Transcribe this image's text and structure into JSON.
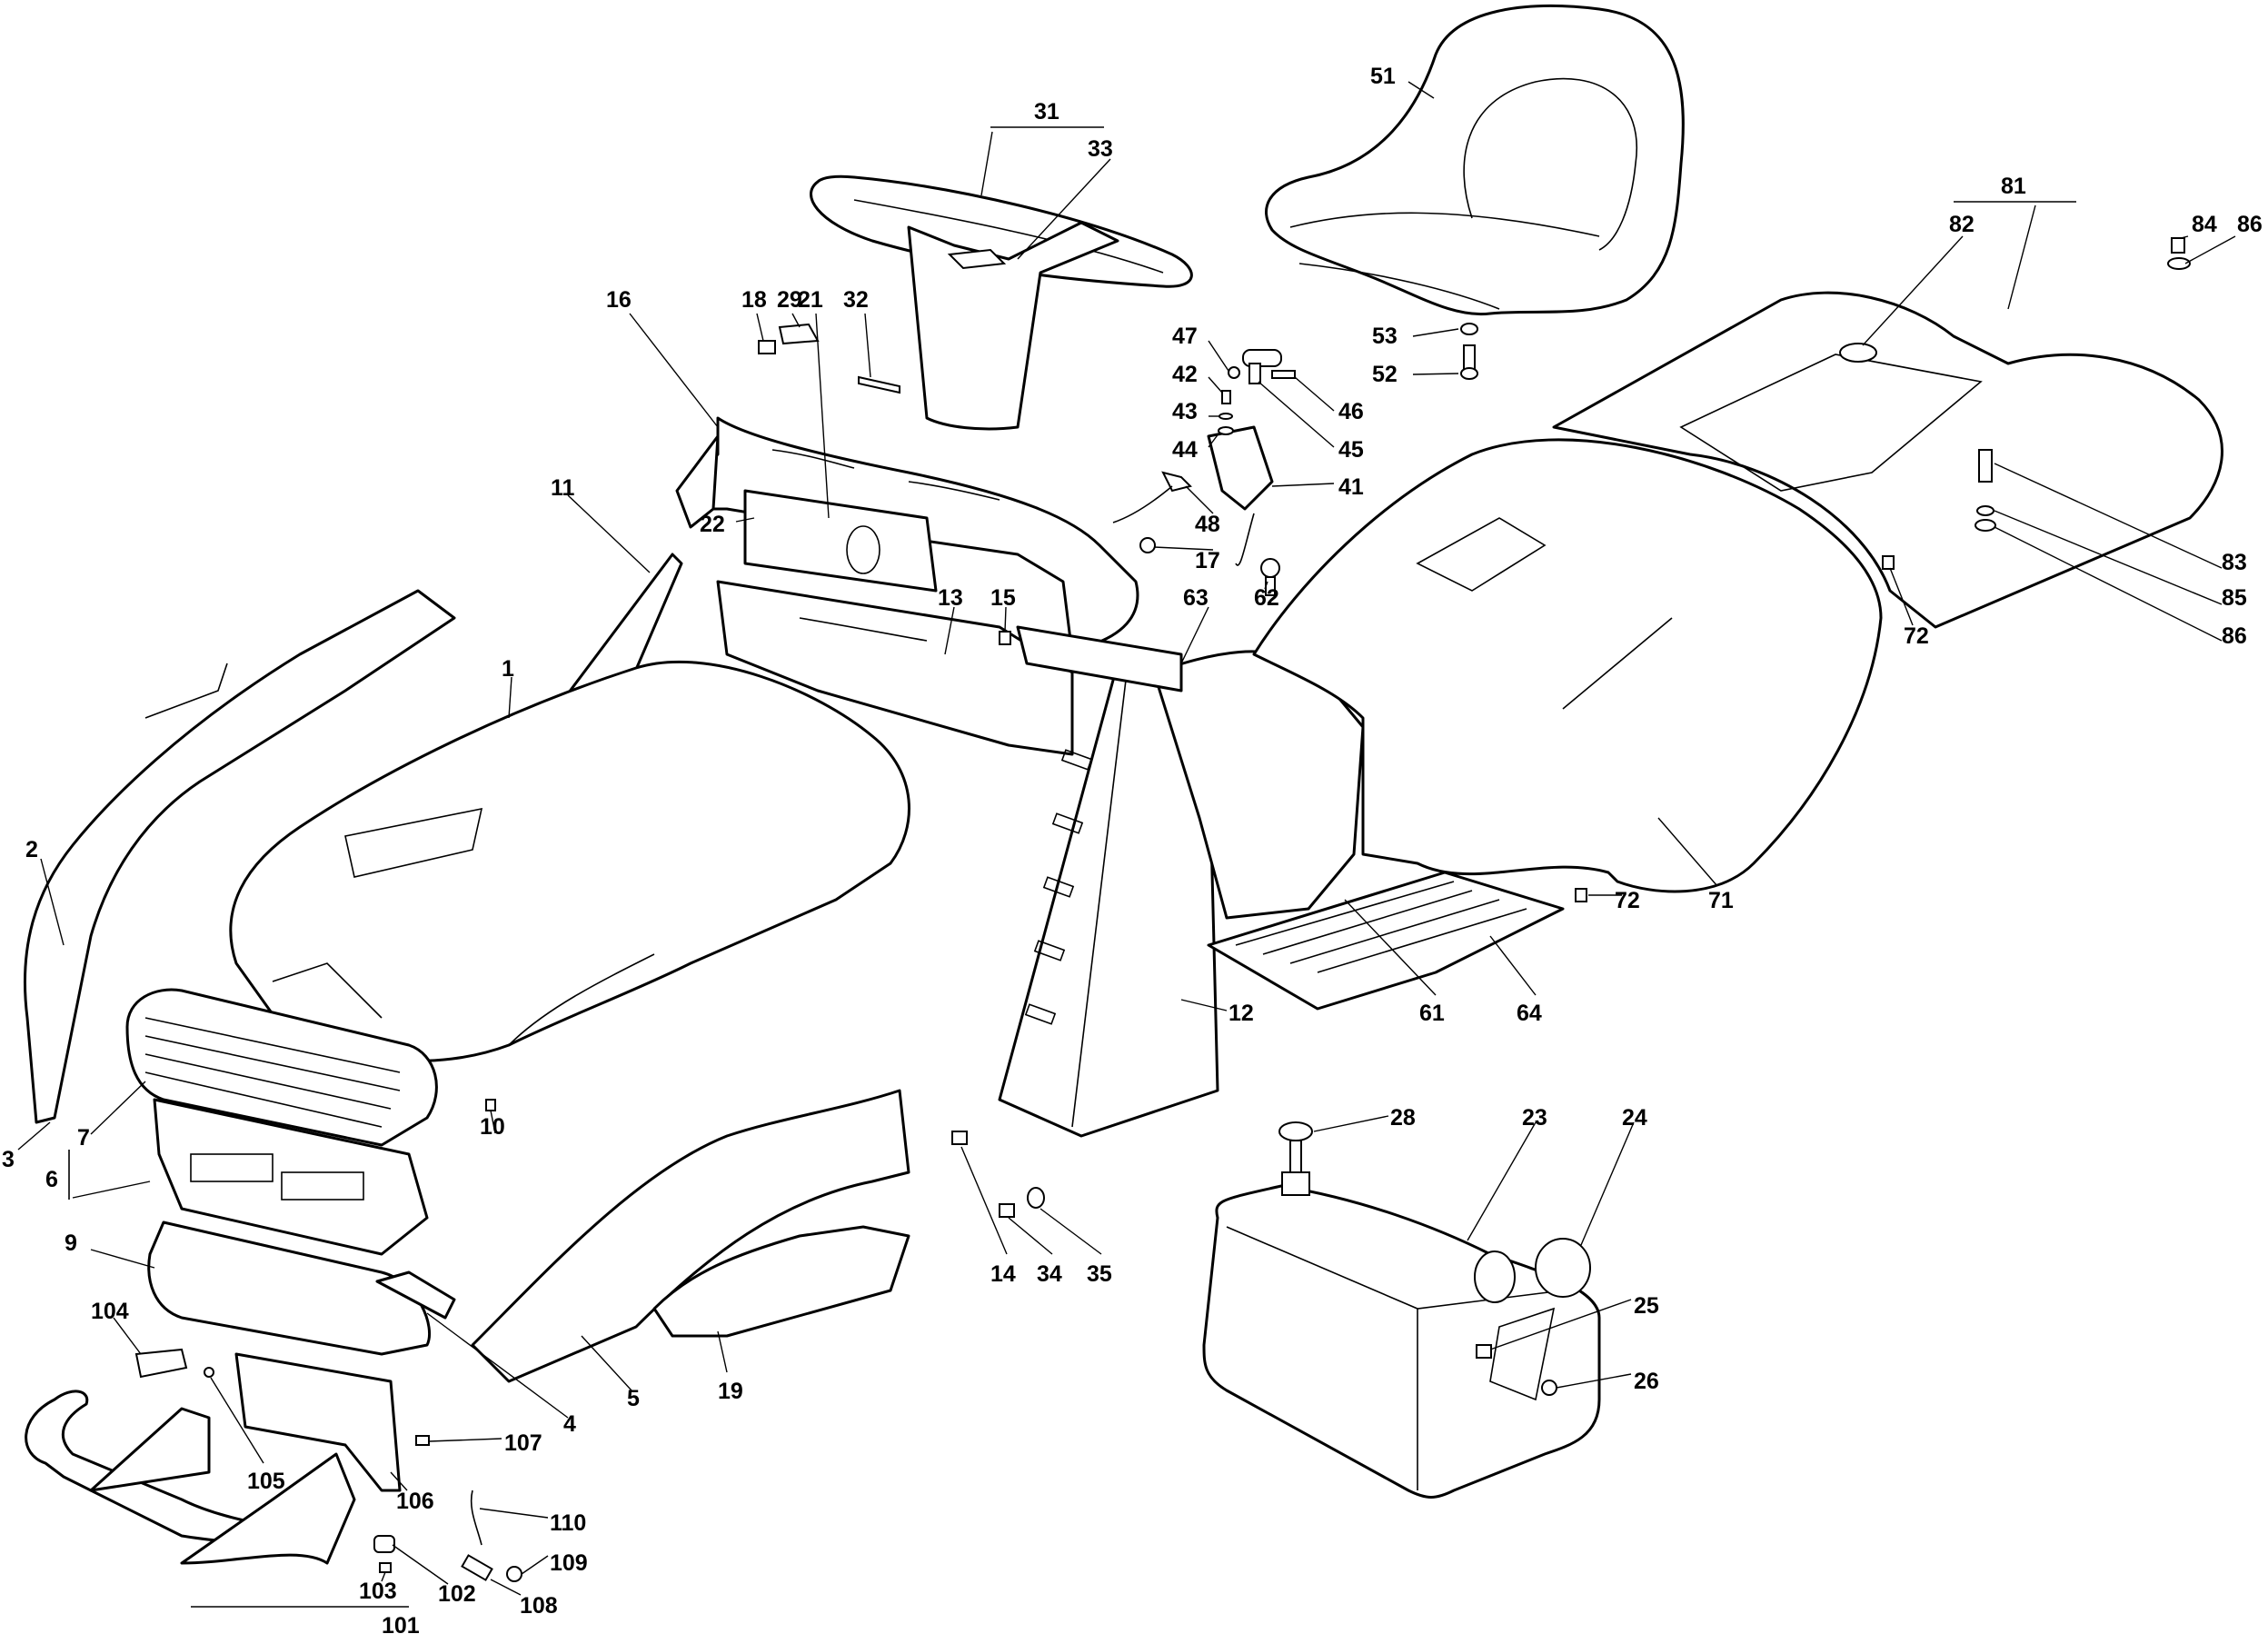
{
  "diagram": {
    "type": "exploded-parts-diagram",
    "subject": "Ride-on mower bodywork, seat, steering wheel and fuel tank",
    "background_color": "#ffffff",
    "line_color": "#000000",
    "labels": [
      {
        "id": "1",
        "text": "1",
        "part": "bonnet"
      },
      {
        "id": "2",
        "text": "2",
        "part": "left-side-panel"
      },
      {
        "id": "3",
        "text": "3",
        "part": "side-panel-clip"
      },
      {
        "id": "4",
        "text": "4",
        "part": "lower-side-bracket"
      },
      {
        "id": "5",
        "text": "5",
        "part": "right-side-panel"
      },
      {
        "id": "6",
        "text": "6",
        "part": "front-grille-assembly"
      },
      {
        "id": "7",
        "text": "7",
        "part": "headlight-grille"
      },
      {
        "id": "9",
        "text": "9",
        "part": "front-bumper-cover"
      },
      {
        "id": "10",
        "text": "10",
        "part": "screw"
      },
      {
        "id": "11",
        "text": "11",
        "part": "rear-bonnet-support"
      },
      {
        "id": "12",
        "text": "12",
        "part": "side-console-panel"
      },
      {
        "id": "13",
        "text": "13",
        "part": "dashboard-lower-panel"
      },
      {
        "id": "14",
        "text": "14",
        "part": "screw"
      },
      {
        "id": "15",
        "text": "15",
        "part": "screw"
      },
      {
        "id": "16",
        "text": "16",
        "part": "dashboard"
      },
      {
        "id": "17",
        "text": "17",
        "part": "screw"
      },
      {
        "id": "18",
        "text": "18",
        "part": "knob"
      },
      {
        "id": "19",
        "text": "19",
        "part": "lower-duct"
      },
      {
        "id": "21",
        "text": "21",
        "part": "dashboard-insert"
      },
      {
        "id": "22",
        "text": "22",
        "part": "instrument-cover"
      },
      {
        "id": "23",
        "text": "23",
        "part": "fuel-tank"
      },
      {
        "id": "24",
        "text": "24",
        "part": "fuel-cap"
      },
      {
        "id": "25",
        "text": "25",
        "part": "tank-bolt"
      },
      {
        "id": "26",
        "text": "26",
        "part": "tank-nut"
      },
      {
        "id": "28",
        "text": "28",
        "part": "fuel-gauge-cap"
      },
      {
        "id": "29",
        "text": "29",
        "part": "lever-cap"
      },
      {
        "id": "31",
        "text": "31",
        "part": "steering-wheel-assembly"
      },
      {
        "id": "32",
        "text": "32",
        "part": "pin"
      },
      {
        "id": "33",
        "text": "33",
        "part": "steering-wheel-cap"
      },
      {
        "id": "34",
        "text": "34",
        "part": "screw"
      },
      {
        "id": "35",
        "text": "35",
        "part": "washer"
      },
      {
        "id": "41",
        "text": "41",
        "part": "seat-adjust-lever"
      },
      {
        "id": "42",
        "text": "42",
        "part": "screw"
      },
      {
        "id": "43",
        "text": "43",
        "part": "washer"
      },
      {
        "id": "44",
        "text": "44",
        "part": "washer"
      },
      {
        "id": "45",
        "text": "45",
        "part": "lever-grip"
      },
      {
        "id": "46",
        "text": "46",
        "part": "screw"
      },
      {
        "id": "47",
        "text": "47",
        "part": "nut"
      },
      {
        "id": "48",
        "text": "48",
        "part": "cable-knob"
      },
      {
        "id": "51",
        "text": "51",
        "part": "seat"
      },
      {
        "id": "52",
        "text": "52",
        "part": "seat-screw"
      },
      {
        "id": "53",
        "text": "53",
        "part": "seat-washer"
      },
      {
        "id": "61",
        "text": "61",
        "part": "footboard-body"
      },
      {
        "id": "62",
        "text": "62",
        "part": "quick-release-pin"
      },
      {
        "id": "63",
        "text": "63",
        "part": "foot-mat-left"
      },
      {
        "id": "64",
        "text": "64",
        "part": "foot-mat-right"
      },
      {
        "id": "71",
        "text": "71",
        "part": "rear-fender"
      },
      {
        "id": "72a",
        "text": "72",
        "part": "screw"
      },
      {
        "id": "72b",
        "text": "72",
        "part": "screw"
      },
      {
        "id": "81",
        "text": "81",
        "part": "rear-cover-assembly"
      },
      {
        "id": "82",
        "text": "82",
        "part": "cover-plug"
      },
      {
        "id": "83",
        "text": "83",
        "part": "screw"
      },
      {
        "id": "84",
        "text": "84",
        "part": "screw"
      },
      {
        "id": "85",
        "text": "85",
        "part": "washer"
      },
      {
        "id": "86a",
        "text": "86",
        "part": "washer"
      },
      {
        "id": "86b",
        "text": "86",
        "part": "washer"
      },
      {
        "id": "101",
        "text": "101",
        "part": "front-bumper-assembly"
      },
      {
        "id": "102",
        "text": "102",
        "part": "bumper-plug"
      },
      {
        "id": "103",
        "text": "103",
        "part": "screw"
      },
      {
        "id": "104",
        "text": "104",
        "part": "bumper-bracket"
      },
      {
        "id": "105",
        "text": "105",
        "part": "nut"
      },
      {
        "id": "106",
        "text": "106",
        "part": "bumper-mount-plate"
      },
      {
        "id": "107",
        "text": "107",
        "part": "screw"
      },
      {
        "id": "108",
        "text": "108",
        "part": "pin"
      },
      {
        "id": "109",
        "text": "109",
        "part": "washer"
      },
      {
        "id": "110",
        "text": "110",
        "part": "r-clip"
      }
    ]
  }
}
